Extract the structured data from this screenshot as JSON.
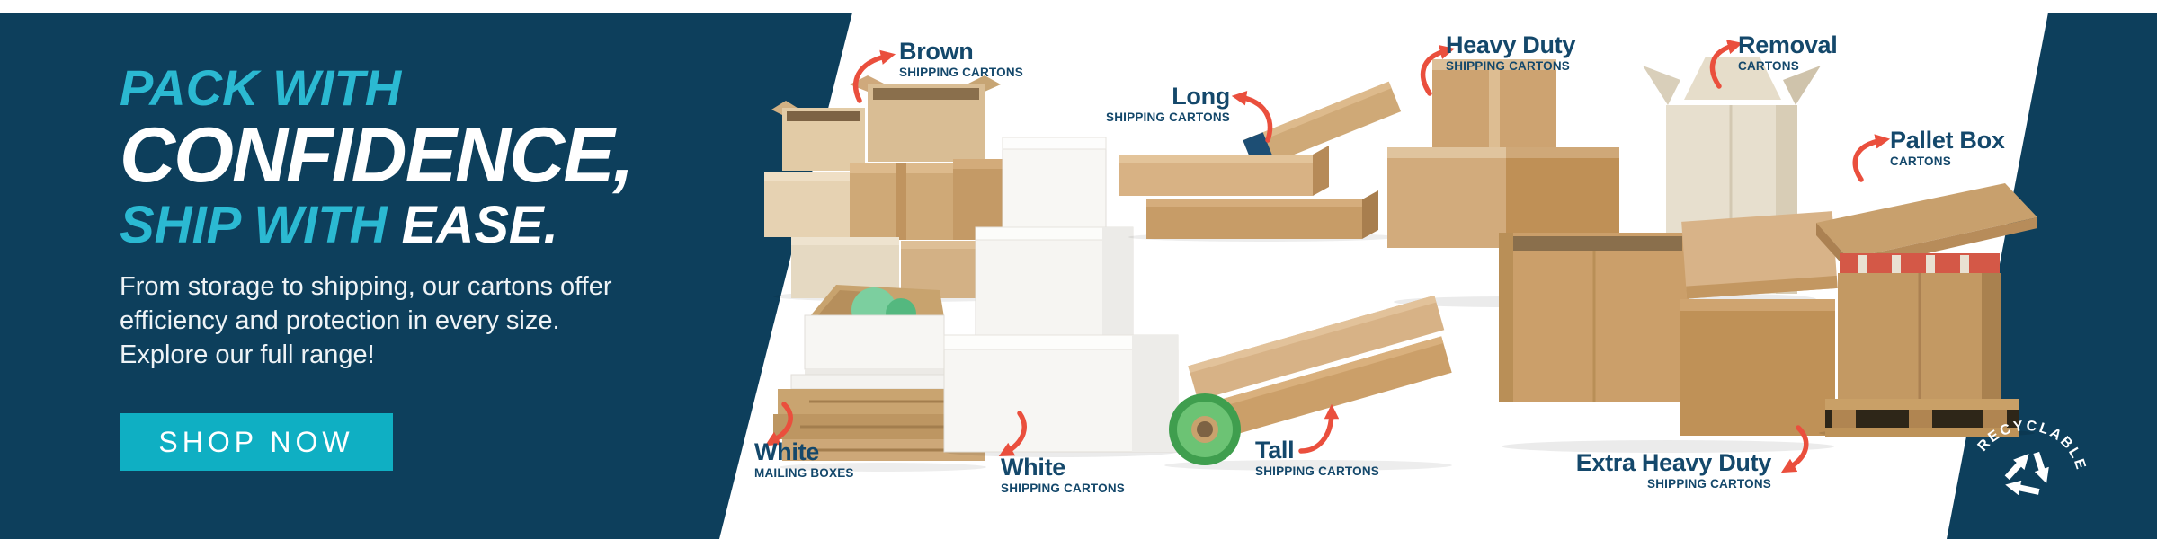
{
  "colors": {
    "navy": "#0d3f5c",
    "teal": "#2bb9d2",
    "button_teal": "#0fafc3",
    "arrow_coral": "#ea4f3d",
    "label_navy": "#14486b",
    "kraft": "#cda371",
    "background": "#ffffff"
  },
  "hero": {
    "headline_line1": "PACK WITH",
    "headline_line2": "CONFIDENCE,",
    "headline_line3_part1": "SHIP WITH",
    "headline_line3_part2": " EASE.",
    "body_line1": "From storage to shipping, our cartons offer",
    "body_line2": "efficiency and protection in every size.",
    "body_line3": "Explore our full range!",
    "cta_label": "SHOP NOW"
  },
  "products": [
    {
      "id": "brown",
      "title": "Brown",
      "subtitle": "SHIPPING CARTONS"
    },
    {
      "id": "long",
      "title": "Long",
      "subtitle": "SHIPPING CARTONS"
    },
    {
      "id": "heavy-duty",
      "title": "Heavy Duty",
      "subtitle": "SHIPPING CARTONS"
    },
    {
      "id": "removal",
      "title": "Removal",
      "subtitle": "CARTONS"
    },
    {
      "id": "pallet-box",
      "title": "Pallet Box",
      "subtitle": "CARTONS"
    },
    {
      "id": "white-mailing",
      "title": "White",
      "subtitle": "MAILING BOXES"
    },
    {
      "id": "white-shipping",
      "title": "White",
      "subtitle": "SHIPPING CARTONS"
    },
    {
      "id": "tall",
      "title": "Tall",
      "subtitle": "SHIPPING CARTONS"
    },
    {
      "id": "extra-heavy-duty",
      "title": "Extra Heavy Duty",
      "subtitle": "SHIPPING CARTONS"
    }
  ],
  "badge": {
    "label": "RECYCLABLE"
  }
}
